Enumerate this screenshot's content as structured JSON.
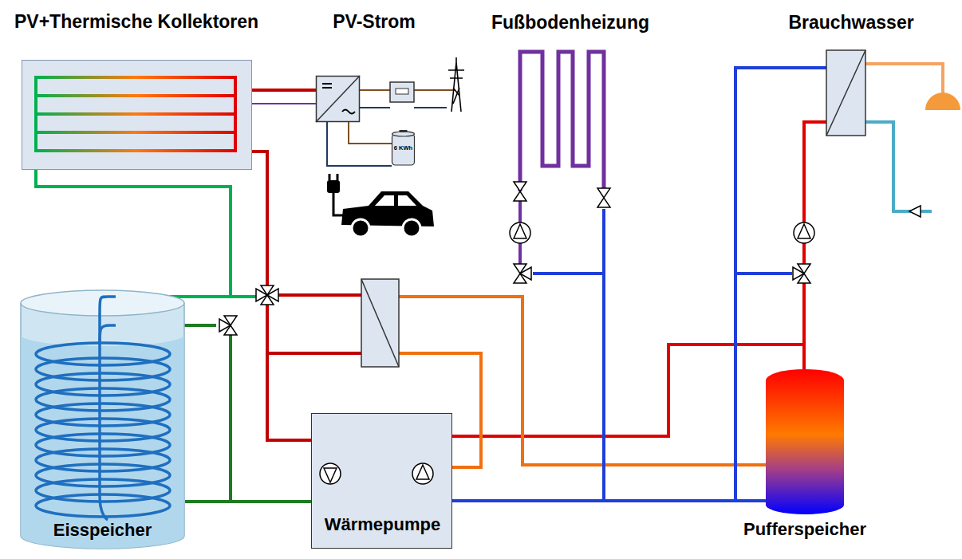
{
  "diagram": {
    "nodes": [
      {
        "text": [
          "PV+Thermische Kollektoren"
        ]
      },
      {
        "text": [
          "PV-Strom"
        ]
      },
      {
        "text": [
          "6 KWh"
        ]
      },
      {
        "text": [
          "Eisspeicher"
        ]
      },
      {
        "text": [
          "Wärmepumpe"
        ]
      },
      {
        "text": [
          "Pufferspeicher"
        ]
      }
    ],
    "edges": [
      {
        "from": 0,
        "to": 1,
        "arrow": "none"
      },
      {
        "from": 1,
        "to": 2,
        "arrow": "none"
      },
      {
        "from": 3,
        "to": 4,
        "arrow": "none"
      },
      {
        "from": 4,
        "to": 5,
        "arrow": "none"
      }
    ],
    "labels": [
      "Fußbodenheizung",
      "Brauchwasser"
    ]
  }
}
